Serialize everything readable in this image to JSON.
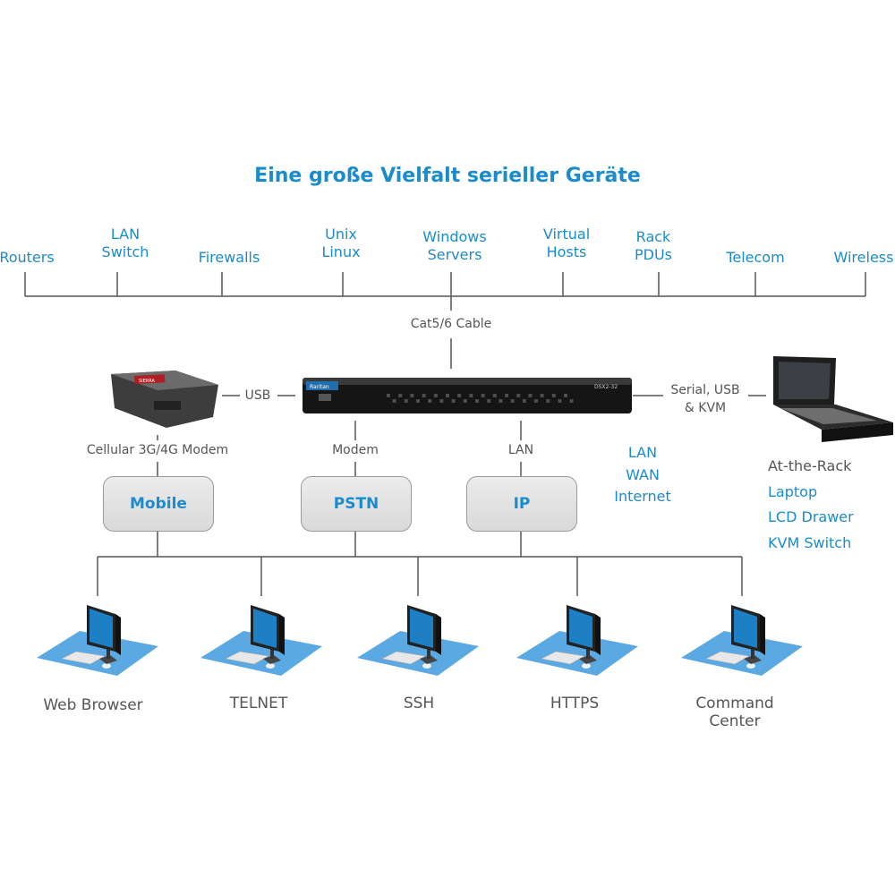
{
  "title": "Eine große Vielfalt serieller Geräte",
  "categories": [
    {
      "label": "Routers"
    },
    {
      "label": "LAN\nSwitch"
    },
    {
      "label": "Firewalls"
    },
    {
      "label": "Unix\nLinux"
    },
    {
      "label": "Windows\nServers"
    },
    {
      "label": "Virtual\nHosts"
    },
    {
      "label": "Rack\nPDUs"
    },
    {
      "label": "Telecom"
    },
    {
      "label": "Wireless"
    }
  ],
  "connections": {
    "cable": "Cat5/6 Cable",
    "usb": "USB",
    "serial": "Serial, USB\n& KVM",
    "cellular": "Cellular 3G/4G Modem",
    "modem": "Modem",
    "lan": "LAN",
    "wan_list": "LAN\nWAN\nInternet"
  },
  "device": {
    "brand": "Raritan",
    "model": "DSX2-32"
  },
  "modem_device": {
    "brand": "SIERRA"
  },
  "networks": [
    {
      "label": "Mobile"
    },
    {
      "label": "PSTN"
    },
    {
      "label": "IP"
    }
  ],
  "rack_access": {
    "heading": "At-the-Rack",
    "items": [
      "Laptop",
      "LCD Drawer",
      "KVM Switch"
    ]
  },
  "clients": [
    {
      "label": "Web Browser"
    },
    {
      "label": "TELNET"
    },
    {
      "label": "SSH"
    },
    {
      "label": "HTTPS"
    },
    {
      "label": "Command\nCenter"
    }
  ],
  "colors": {
    "accent": "#1a8ccd",
    "line": "#555555",
    "screen": "#1d7fc4",
    "mat": "#5aa9e2"
  }
}
